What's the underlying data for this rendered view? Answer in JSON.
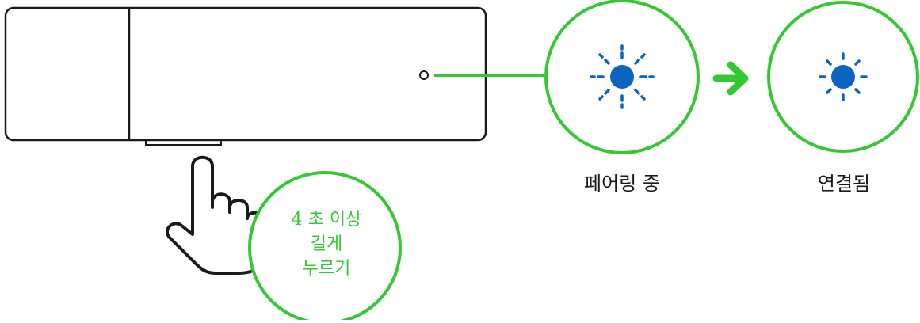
{
  "colors": {
    "accent_green": "#34c932",
    "led_blue": "#0a64c0",
    "outline": "#1a1a1a"
  },
  "icons": {
    "led_blinking": "led-blinking-icon",
    "led_solid": "led-solid-icon",
    "arrow": "arrow-right-icon",
    "hand": "pointing-hand-icon"
  },
  "instruction": {
    "line1": "4 초 이상",
    "line2": "길게",
    "line3": "누르기"
  },
  "states": {
    "pairing": "페어링 중",
    "connected": "연결됨"
  }
}
